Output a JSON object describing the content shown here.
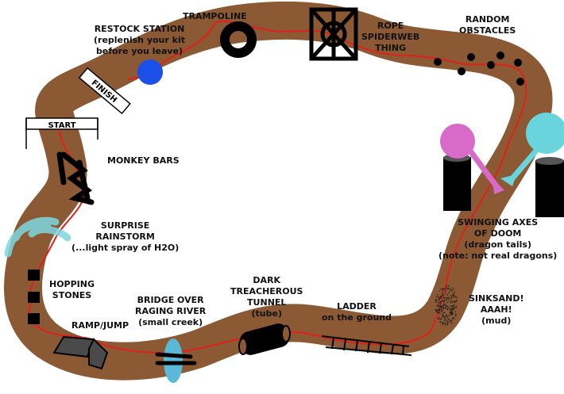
{
  "colors": {
    "path": "#8b5a34",
    "route": "#e0201b",
    "restock": "#1a4fe8",
    "rain": "#7fd8e0",
    "axe_left": "#d86ac8",
    "axe_right": "#6ad4dc",
    "creek": "#5ab8d8",
    "ramp": "#4a4a4a"
  },
  "banners": {
    "start": "START",
    "finish": "FINISH"
  },
  "stations": [
    {
      "id": "restock",
      "lines": [
        "RESTOCK STATION",
        "(replenish your kit",
        "before you leave)"
      ]
    },
    {
      "id": "trampoline",
      "lines": [
        "TRAMPOLINE"
      ]
    },
    {
      "id": "spiderweb",
      "lines": [
        "ROPE",
        "SPIDERWEB",
        "THING"
      ]
    },
    {
      "id": "obstacles",
      "lines": [
        "RANDOM",
        "OBSTACLES"
      ]
    },
    {
      "id": "monkey",
      "lines": [
        "MONKEY BARS"
      ]
    },
    {
      "id": "rain",
      "lines": [
        "SURPRISE",
        "RAINSTORM",
        "(...light spray of H2O)"
      ]
    },
    {
      "id": "axes",
      "lines": [
        "SWINGING AXES",
        "OF DOOM",
        "(dragon tails)",
        "(note: not real dragons)"
      ]
    },
    {
      "id": "hopping",
      "lines": [
        "HOPPING",
        "STONES"
      ]
    },
    {
      "id": "ramp",
      "lines": [
        "RAMP/JUMP"
      ]
    },
    {
      "id": "bridge",
      "lines": [
        "BRIDGE OVER",
        "RAGING RIVER",
        "(small creek)"
      ]
    },
    {
      "id": "tunnel",
      "lines": [
        "DARK",
        "TREACHEROUS",
        "TUNNEL",
        "(tube)"
      ]
    },
    {
      "id": "ladder",
      "lines": [
        "LADDER",
        "on the ground"
      ]
    },
    {
      "id": "sinksand",
      "lines": [
        "SINKSAND!",
        "AAAH!",
        "(mud)"
      ]
    }
  ]
}
